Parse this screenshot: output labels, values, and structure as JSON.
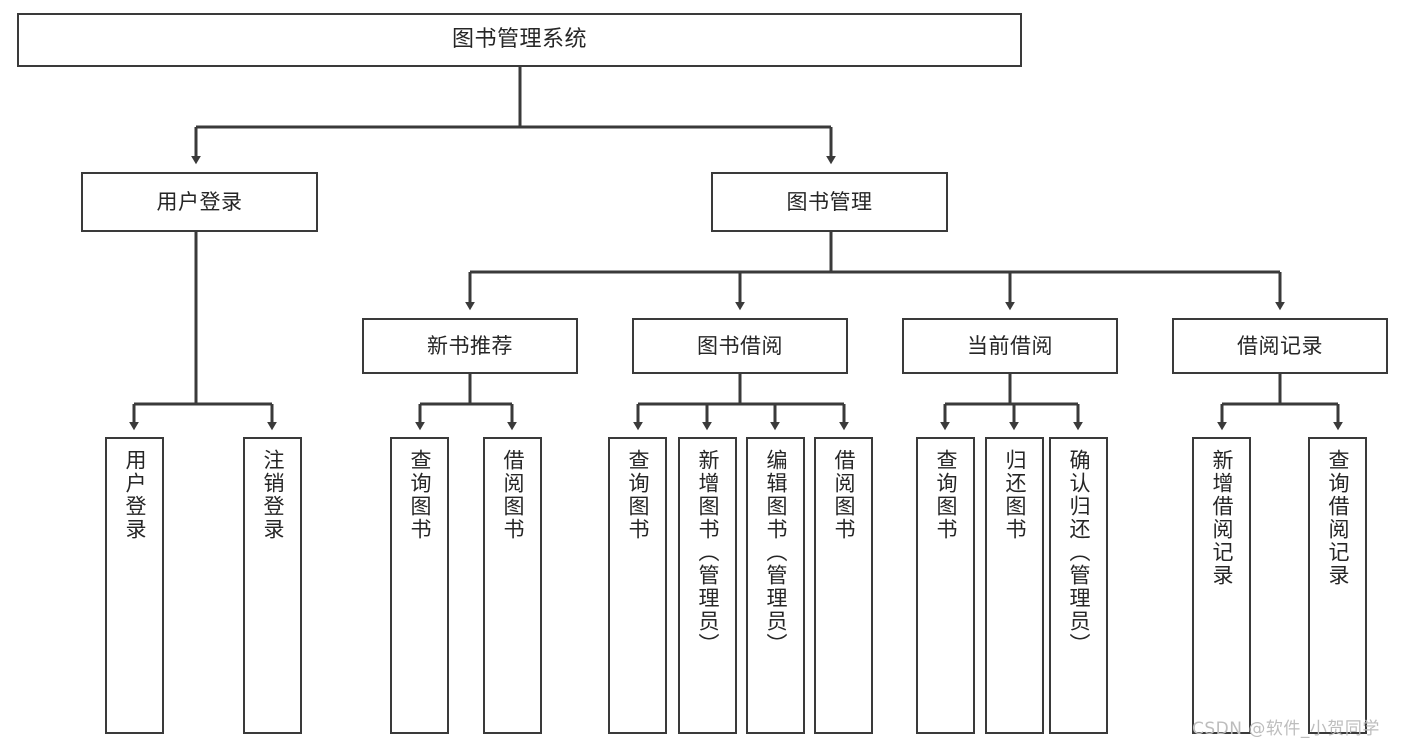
{
  "diagram": {
    "title": "图书管理系统",
    "type": "tree-hierarchy-chart",
    "line_color": "#3a3a3a",
    "box_fill": "#ffffff",
    "text_color": "#262626"
  },
  "root": {
    "label": "图书管理系统"
  },
  "level2": [
    {
      "label": "用户登录"
    },
    {
      "label": "图书管理"
    }
  ],
  "level3": [
    {
      "label": "新书推荐"
    },
    {
      "label": "图书借阅"
    },
    {
      "label": "当前借阅"
    },
    {
      "label": "借阅记录"
    }
  ],
  "leaves": {
    "user_login": [
      {
        "label": "用户登录"
      },
      {
        "label": "注销登录"
      }
    ],
    "new_book_recommend": [
      {
        "label": "查询图书"
      },
      {
        "label": "借阅图书"
      }
    ],
    "book_borrow": [
      {
        "label": "查询图书"
      },
      {
        "label": "新增图书（管理员）"
      },
      {
        "label": "编辑图书（管理员）"
      },
      {
        "label": "借阅图书"
      }
    ],
    "current_borrow": [
      {
        "label": "查询图书"
      },
      {
        "label": "归还图书"
      },
      {
        "label": "确认归还（管理员）"
      }
    ],
    "borrow_record": [
      {
        "label": "新增借阅记录"
      },
      {
        "label": "查询借阅记录"
      }
    ]
  },
  "watermark": {
    "text": "CSDN @软件_小贺同学",
    "color": "#bdbdbd"
  }
}
